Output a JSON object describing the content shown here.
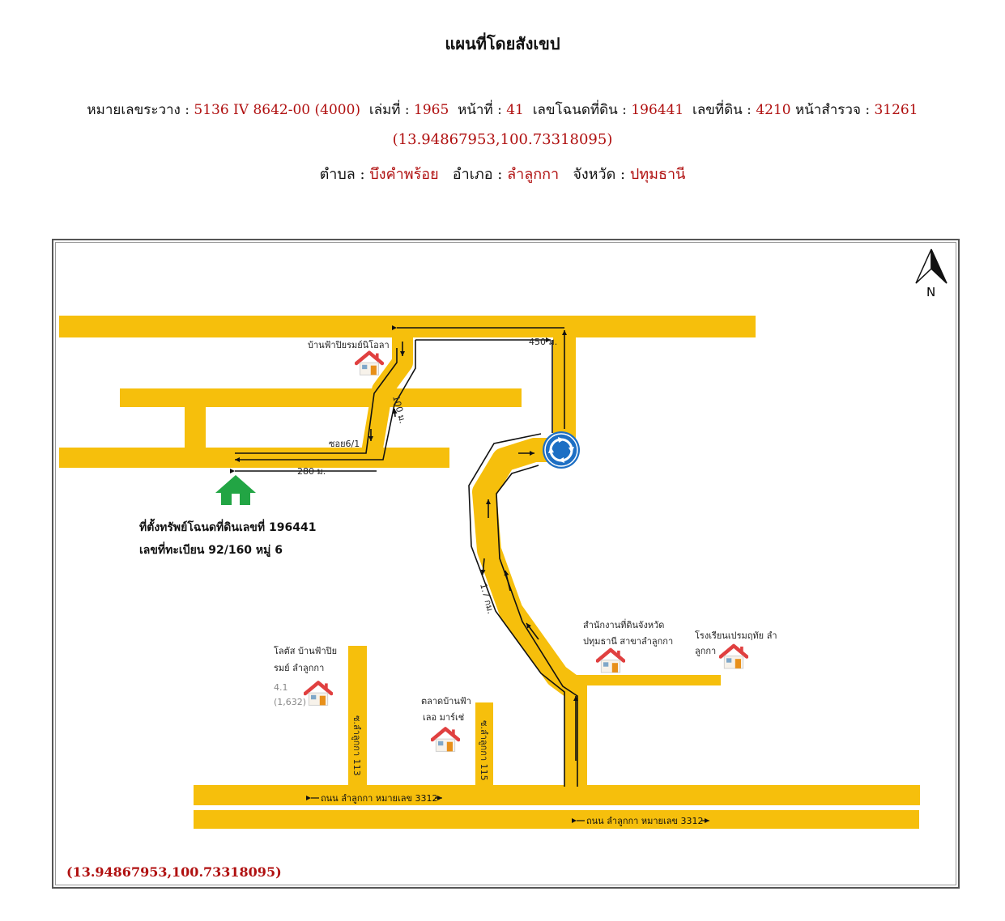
{
  "header": {
    "title": "แผนที่โดยสังเขป",
    "line1": {
      "sheet_label": "หมายเลขระวาง :",
      "sheet_value": "5136 IV 8642-00 (4000)",
      "book_label": "เล่มที่ :",
      "book_value": "1965",
      "page_label": "หน้าที่ :",
      "page_value": "41",
      "deed_label": "เลขโฉนดที่ดิน :",
      "deed_value": "196441",
      "land_label": "เลขที่ดิน :",
      "land_value": "4210",
      "survey_label": "หน้าสำรวจ :",
      "survey_value": "31261"
    },
    "coordinates": "(13.94867953,100.73318095)",
    "line3": {
      "tambon_label": "ตำบล :",
      "tambon_value": "บึงคำพร้อย",
      "amphoe_label": "อำเภอ :",
      "amphoe_value": "ลำลูกกา",
      "province_label": "จังหวัด :",
      "province_value": "ปทุมธานี"
    }
  },
  "map": {
    "north_label": "N",
    "colors": {
      "road": "#f6bf0c",
      "route": "#111111",
      "house_roof": "#e04040",
      "site_house": "#22a544",
      "roundabout": "#1d6fc4"
    },
    "labels": {
      "villa": "บ้านฟ้าปิยรมย์นิโอลา",
      "dist_450": "450 ม.",
      "dist_100": "100 ม.",
      "soi": "ซอย6/1",
      "dist_280": "280 ม.",
      "site_line1": "ที่ตั้งทรัพย์โฉนดที่ดินเลขที่ 196441",
      "site_line2": "เลขที่ทะเบียน 92/160 หมู่ 6",
      "dist_1_7": "1.7 กม.",
      "land_office_1": "สำนักงานที่ดินจังหวัด",
      "land_office_2": "ปทุมธานี สาขาลำลูกกา",
      "school_1": "โรงเรียนเปรมฤทัย ลำ",
      "school_2": "ลูกกา",
      "lotus_1": "โลตัส บ้านฟ้าปิย",
      "lotus_2": "รมย์ ลำลูกกา",
      "rating_1": "4.1",
      "rating_2": "(1,632)",
      "market_1": "ตลาดบ้านฟ้า",
      "market_2": "เลอ มาร์เช่",
      "soi_113": "ซ.ลำลูกกา 113",
      "soi_115": "ซ.ลำลูกกา 115",
      "road_1": "ถนน ลำลูกกา หมายเลข 3312",
      "road_2": "ถนน ลำลูกกา หมายเลข 3312"
    },
    "bottom_coordinates": "(13.94867953,100.73318095)"
  }
}
